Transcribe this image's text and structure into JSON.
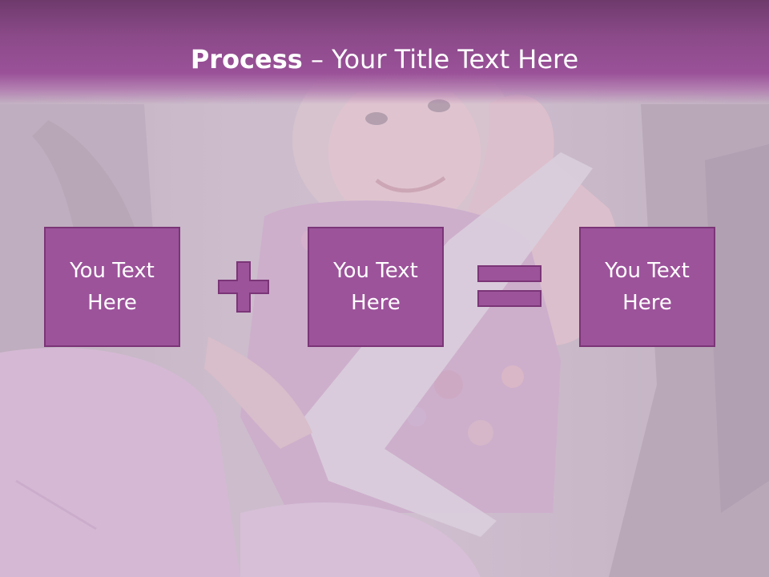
{
  "title": {
    "bold": "Process",
    "rest": " – Your Title Text Here"
  },
  "boxes": [
    {
      "text": "You Text\nHere"
    },
    {
      "text": "You Text\nHere"
    },
    {
      "text": "You Text\nHere"
    }
  ],
  "operators": {
    "first": "plus-icon",
    "second": "equals-icon"
  },
  "colors": {
    "title_bar": "#8b4a89",
    "box_fill": "#9c539a",
    "box_border": "#7b3577",
    "text": "#ffffff"
  }
}
